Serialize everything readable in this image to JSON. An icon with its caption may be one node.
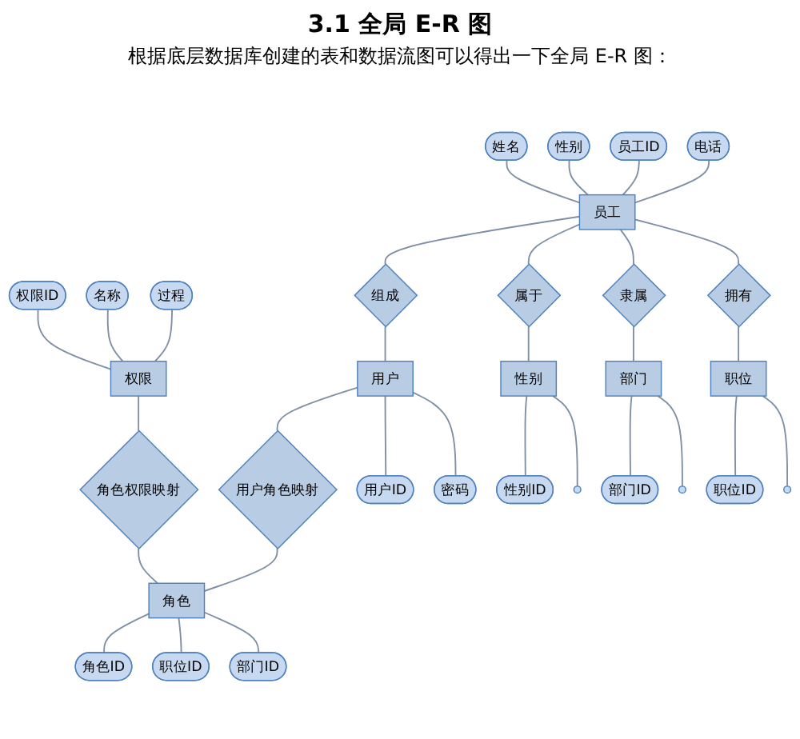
{
  "diagram": {
    "title": "3.1 全局 E-R 图",
    "nodes": [
      {
        "text": [
          "权限ID"
        ]
      },
      {
        "text": [
          "名称"
        ]
      },
      {
        "text": [
          "过程"
        ]
      },
      {
        "text": [
          "权限"
        ]
      },
      {
        "text": [
          "角色权限映射"
        ]
      },
      {
        "text": [
          "姓名"
        ]
      },
      {
        "text": [
          "性别"
        ]
      },
      {
        "text": [
          "员工ID"
        ]
      },
      {
        "text": [
          "电话"
        ]
      },
      {
        "text": [
          "员工"
        ]
      },
      {
        "text": [
          "组成"
        ]
      },
      {
        "text": [
          "用户"
        ]
      },
      {
        "text": [
          "用户角色映射"
        ]
      },
      {
        "text": [
          "角色"
        ]
      },
      {
        "text": [
          "用户ID"
        ]
      },
      {
        "text": [
          "密码"
        ]
      },
      {
        "text": [
          "角色ID"
        ]
      },
      {
        "text": [
          "职位ID"
        ]
      },
      {
        "text": [
          "部门ID"
        ]
      },
      {
        "text": [
          "属于"
        ]
      },
      {
        "text": [
          "隶属"
        ]
      },
      {
        "text": [
          "拥有"
        ]
      },
      {
        "text": [
          "性别"
        ]
      },
      {
        "text": [
          "部门"
        ]
      },
      {
        "text": [
          "职位"
        ]
      },
      {
        "text": [
          "性别ID"
        ]
      },
      {
        "text": [],
        "shape": "ellipse"
      },
      {
        "text": [
          "部门ID"
        ]
      },
      {
        "text": [],
        "shape": "ellipse"
      },
      {
        "text": [
          "职位ID"
        ]
      },
      {
        "text": [],
        "shape": "ellipse"
      }
    ],
    "edges": [
      {
        "from": 0,
        "to": 3,
        "arrow": "none"
      },
      {
        "from": 1,
        "to": 3,
        "arrow": "none"
      },
      {
        "from": 2,
        "to": 3,
        "arrow": "none"
      },
      {
        "from": 3,
        "to": 4,
        "arrow": "none"
      },
      {
        "from": 4,
        "to": 13,
        "arrow": "none"
      },
      {
        "from": 5,
        "to": 9,
        "arrow": "none"
      },
      {
        "from": 6,
        "to": 9,
        "arrow": "none"
      },
      {
        "from": 7,
        "to": 9,
        "arrow": "none"
      },
      {
        "from": 8,
        "to": 9,
        "arrow": "none"
      },
      {
        "from": 9,
        "to": 10,
        "arrow": "none"
      },
      {
        "from": 10,
        "to": 11,
        "arrow": "none"
      },
      {
        "from": 11,
        "to": 12,
        "arrow": "none"
      },
      {
        "from": 12,
        "to": 13,
        "arrow": "none"
      },
      {
        "from": 11,
        "to": 14,
        "arrow": "none"
      },
      {
        "from": 11,
        "to": 15,
        "arrow": "none"
      },
      {
        "from": 13,
        "to": 16,
        "arrow": "none"
      },
      {
        "from": 13,
        "to": 17,
        "arrow": "none"
      },
      {
        "from": 13,
        "to": 18,
        "arrow": "none"
      },
      {
        "from": 9,
        "to": 19,
        "arrow": "none"
      },
      {
        "from": 9,
        "to": 20,
        "arrow": "none"
      },
      {
        "from": 9,
        "to": 21,
        "arrow": "none"
      },
      {
        "from": 19,
        "to": 22,
        "arrow": "none"
      },
      {
        "from": 20,
        "to": 23,
        "arrow": "none"
      },
      {
        "from": 21,
        "to": 24,
        "arrow": "none"
      },
      {
        "from": 22,
        "to": 25,
        "arrow": "none"
      },
      {
        "from": 22,
        "to": 26,
        "arrow": "none"
      },
      {
        "from": 23,
        "to": 27,
        "arrow": "none"
      },
      {
        "from": 23,
        "to": 28,
        "arrow": "none"
      },
      {
        "from": 24,
        "to": 29,
        "arrow": "none"
      },
      {
        "from": 24,
        "to": 30,
        "arrow": "none"
      }
    ],
    "labels": [
      "根据底层数据库创建的表和数据流图可以得出一下全局 E-R 图："
    ]
  }
}
